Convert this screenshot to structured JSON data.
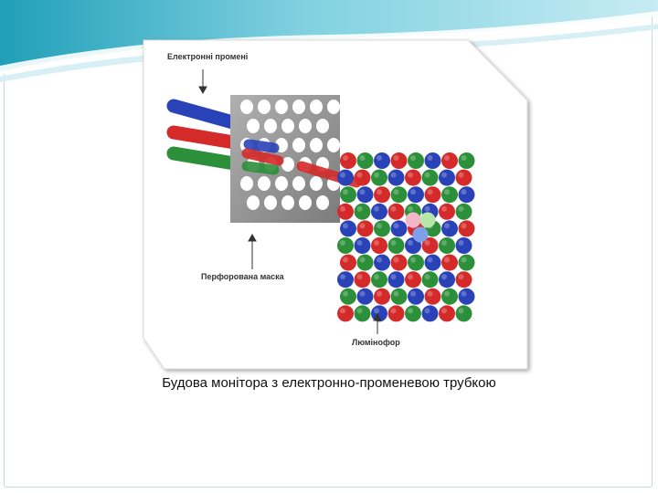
{
  "labels": {
    "beams": "Електронні промені",
    "mask": "Перфорована маска",
    "phosphor": "Люмінофор"
  },
  "caption": "Будова монітора з електронно-променевою трубкою",
  "colors": {
    "red": "#d42a2a",
    "green": "#2c8f3a",
    "blue": "#2a42b8",
    "mask": "#9a9a9a",
    "header_teal": "#2fa7bd",
    "highlight_red": "#f2b6c6",
    "highlight_green": "#b6e6a8",
    "highlight_blue": "#7ea0e8"
  },
  "phosphor_grid": {
    "rows": 10,
    "columns": 8,
    "pattern": [
      "red",
      "green",
      "blue"
    ]
  },
  "mask_holes": {
    "rows": 6,
    "columns": 6
  },
  "beam_colors": [
    "blue",
    "red",
    "green"
  ]
}
